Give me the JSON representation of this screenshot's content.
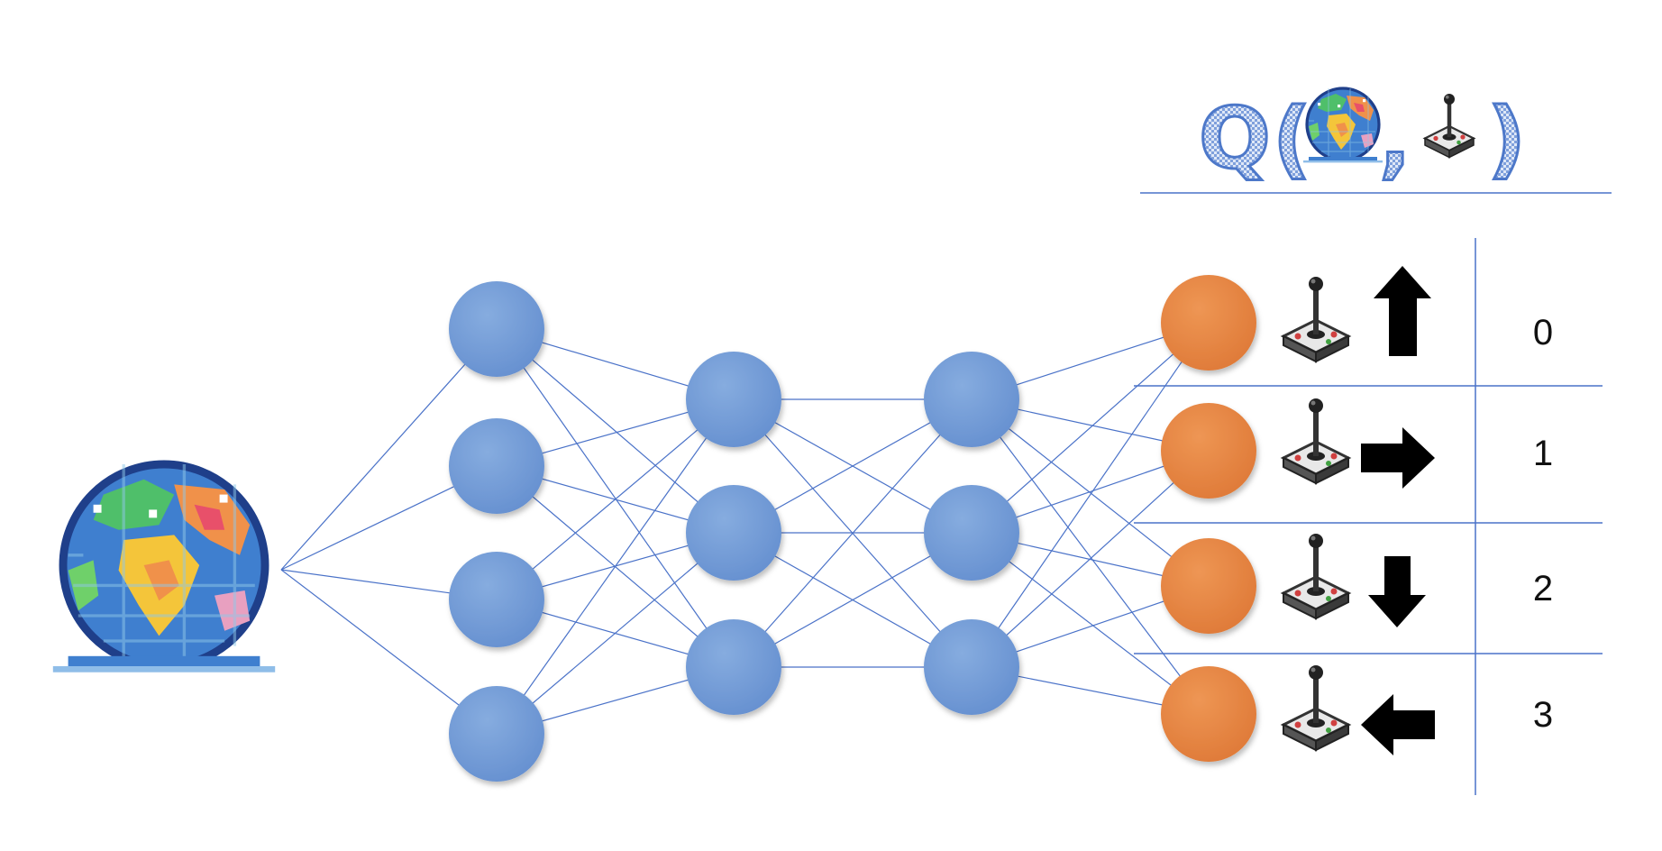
{
  "title": {
    "q_letter": "Q",
    "open_paren": "(",
    "comma": ",",
    "close_paren": ")",
    "state_icon": "pixel-globe-icon",
    "action_icon": "joystick-icon"
  },
  "network": {
    "input_icon": "pixel-globe-icon",
    "layers": [
      4,
      3,
      3,
      4
    ],
    "hidden_color": "#6f9bd8",
    "output_color": "#e5853f",
    "edge_color": "#4a72c8"
  },
  "actions": [
    {
      "icon": "joystick-icon",
      "arrow": "up-arrow-icon",
      "value": "0"
    },
    {
      "icon": "joystick-icon",
      "arrow": "right-arrow-icon",
      "value": "1"
    },
    {
      "icon": "joystick-icon",
      "arrow": "down-arrow-icon",
      "value": "2"
    },
    {
      "icon": "joystick-icon",
      "arrow": "left-arrow-icon",
      "value": "3"
    }
  ],
  "colors": {
    "divider": "#4a72c8",
    "title_blue": "#4d78c9",
    "arrow": "#000000"
  }
}
